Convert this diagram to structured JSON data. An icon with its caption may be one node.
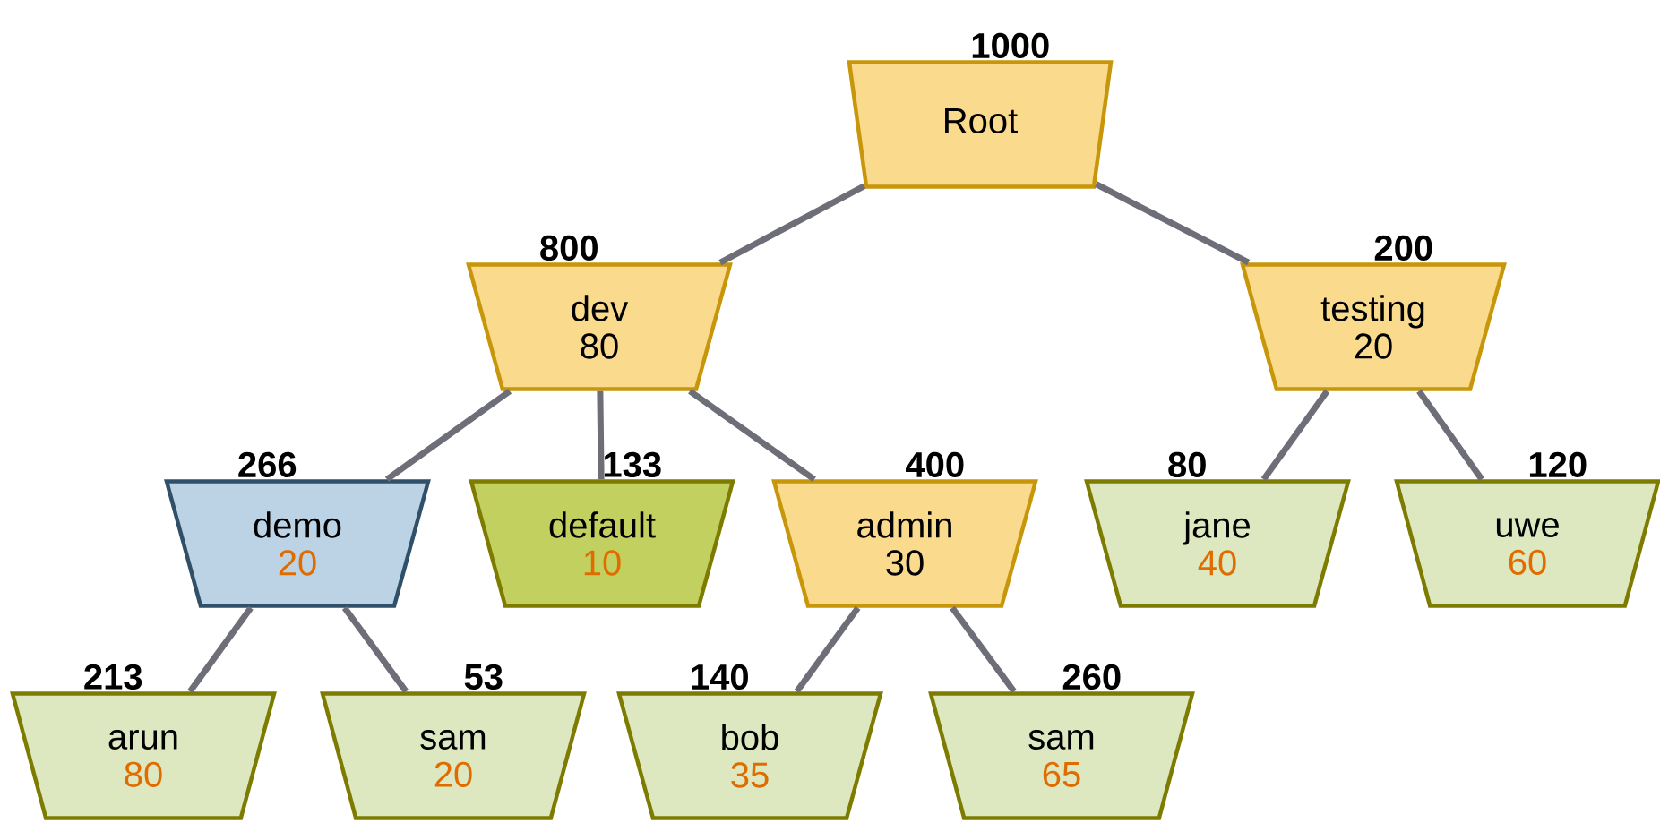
{
  "diagram": {
    "nodes": [
      {
        "text": [
          "Root"
        ],
        "beside": [
          "1000"
        ]
      },
      {
        "text": [
          "dev",
          "80"
        ],
        "beside": [
          "800"
        ]
      },
      {
        "text": [
          "testing",
          "20"
        ],
        "beside": [
          "200"
        ]
      },
      {
        "text": [
          "demo",
          "20"
        ],
        "beside": [
          "266"
        ]
      },
      {
        "text": [
          "default",
          "10"
        ],
        "beside": [
          "133"
        ]
      },
      {
        "text": [
          "admin",
          "30"
        ],
        "beside": [
          "400"
        ]
      },
      {
        "text": [
          "jane",
          "40"
        ],
        "beside": [
          "80"
        ]
      },
      {
        "text": [
          "uwe",
          "60"
        ],
        "beside": [
          "120"
        ]
      },
      {
        "text": [
          "arun",
          "80"
        ],
        "beside": [
          "213"
        ]
      },
      {
        "text": [
          "sam",
          "20"
        ],
        "beside": [
          "53"
        ]
      },
      {
        "text": [
          "bob",
          "35"
        ],
        "beside": [
          "140"
        ]
      },
      {
        "text": [
          "sam",
          "65"
        ],
        "beside": [
          "260"
        ]
      }
    ],
    "edges": [
      {
        "from": 0,
        "to": 1,
        "arrow": "none"
      },
      {
        "from": 0,
        "to": 2,
        "arrow": "none"
      },
      {
        "from": 1,
        "to": 3,
        "arrow": "none"
      },
      {
        "from": 1,
        "to": 4,
        "arrow": "none"
      },
      {
        "from": 1,
        "to": 5,
        "arrow": "none"
      },
      {
        "from": 2,
        "to": 6,
        "arrow": "none"
      },
      {
        "from": 2,
        "to": 7,
        "arrow": "none"
      },
      {
        "from": 3,
        "to": 8,
        "arrow": "none"
      },
      {
        "from": 3,
        "to": 9,
        "arrow": "none"
      },
      {
        "from": 5,
        "to": 10,
        "arrow": "none"
      },
      {
        "from": 5,
        "to": 11,
        "arrow": "none"
      }
    ]
  }
}
